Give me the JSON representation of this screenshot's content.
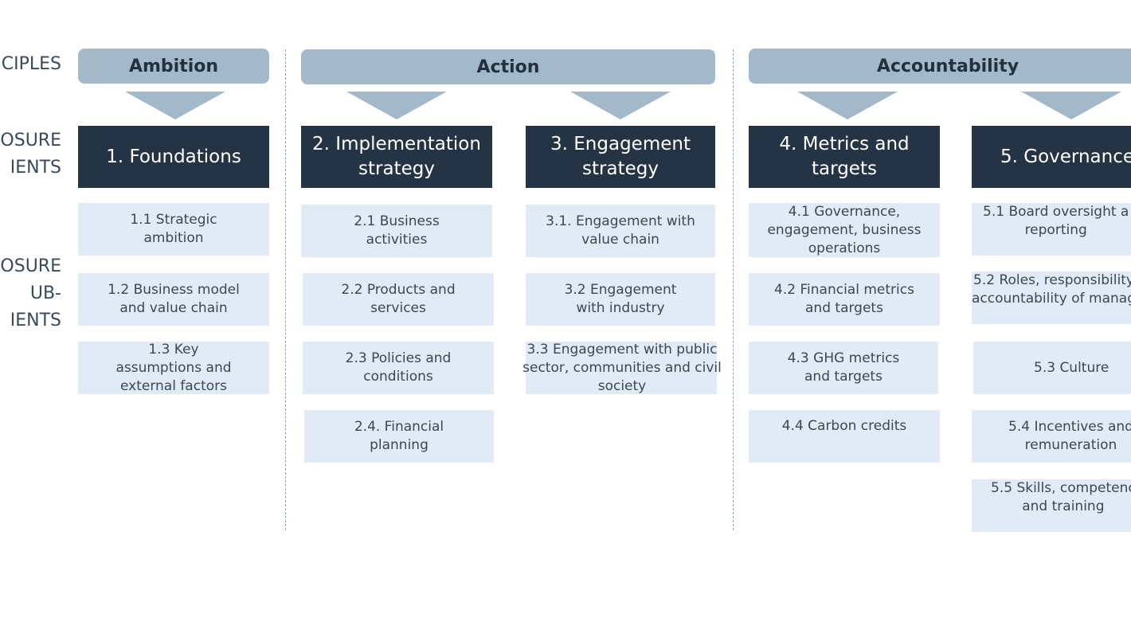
{
  "row_labels": {
    "principles": "CIPLES",
    "elements": "OSURE\nIENTS",
    "sub_elements": "OSURE\nUB-\nIENTS"
  },
  "principles": {
    "ambition": "Ambition",
    "action": "Action",
    "accountability": "Accountability"
  },
  "elements": {
    "foundations": "1. Foundations",
    "implementation": "2. Implementation\nstrategy",
    "engagement": "3. Engagement\nstrategy",
    "metrics": "4. Metrics and\ntargets",
    "governance": "5. Governance"
  },
  "sub_elements": {
    "s1_1": "1.1 Strategic\nambition",
    "s1_2": "1.2 Business model\nand value chain",
    "s1_3": "1.3 Key\nassumptions and\nexternal factors",
    "s2_1": "2.1 Business\nactivities",
    "s2_2": "2.2 Products and\nservices",
    "s2_3": "2.3 Policies and\nconditions",
    "s2_4": "2.4. Financial\nplanning",
    "s3_1": "3.1. Engagement with\nvalue chain",
    "s3_2": "3.2 Engagement\nwith industry",
    "s3_3": "3.3 Engagement with public\nsector, communities and civil\nsociety",
    "s4_1": "4.1 Governance,\nengagement, business\noperations",
    "s4_2": "4.2 Financial metrics\nand targets",
    "s4_3": "4.3 GHG metrics\nand targets",
    "s4_4": "4.4 Carbon credits",
    "s5_1": "5.1 Board oversight a\nreporting",
    "s5_2": "5.2 Roles, responsibility\naccountability of manag",
    "s5_3": "5.3 Culture",
    "s5_4": "5.4 Incentives and\nremuneration",
    "s5_5": "5.5 Skills, competenc\nand training"
  },
  "colors": {
    "principle_fill": "#a3b8c9",
    "element_fill": "#243444",
    "sub_element_fill": "#e1ebf6",
    "divider": "#8ea2b4"
  }
}
